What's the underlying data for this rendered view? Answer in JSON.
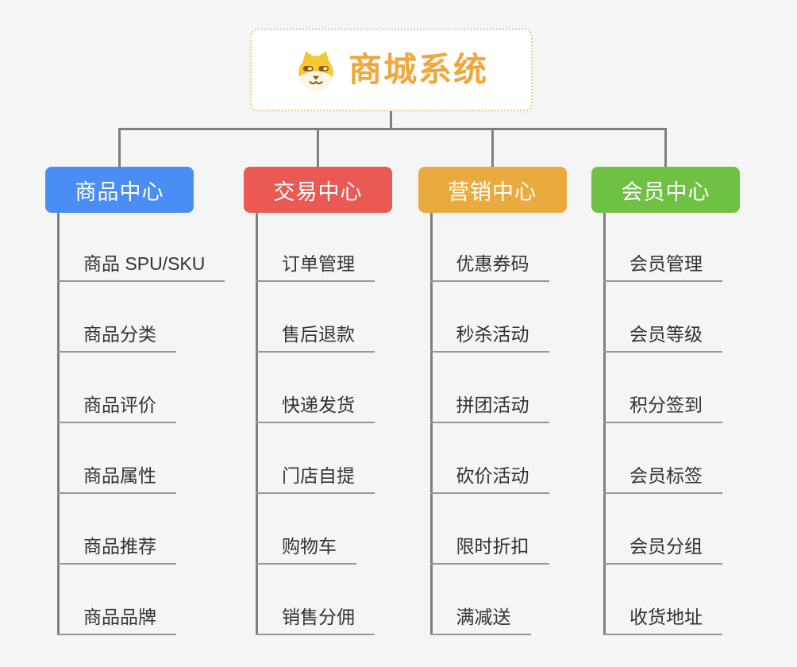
{
  "root": {
    "title": "商城系统",
    "icon": "dog-face-icon"
  },
  "branches": [
    {
      "label": "商品中心",
      "color": "#4a8ef5",
      "children": [
        "商品 SPU/SKU",
        "商品分类",
        "商品评价",
        "商品属性",
        "商品推荐",
        "商品品牌"
      ]
    },
    {
      "label": "交易中心",
      "color": "#ea5953",
      "children": [
        "订单管理",
        "售后退款",
        "快递发货",
        "门店自提",
        "购物车",
        "销售分佣"
      ]
    },
    {
      "label": "营销中心",
      "color": "#eaab3e",
      "children": [
        "优惠券码",
        "秒杀活动",
        "拼团活动",
        "砍价活动",
        "限时折扣",
        "满减送"
      ]
    },
    {
      "label": "会员中心",
      "color": "#6fc143",
      "children": [
        "会员管理",
        "会员等级",
        "积分签到",
        "会员标签",
        "会员分组",
        "收货地址"
      ]
    }
  ],
  "colors": {
    "background": "#f5f5f5",
    "connector_line": "#7f7f7f",
    "child_underline": "#979797",
    "child_text": "#333333",
    "root_title": "#f0a73c",
    "root_border": "#f2c98e",
    "branch_text": "#ffffff"
  }
}
